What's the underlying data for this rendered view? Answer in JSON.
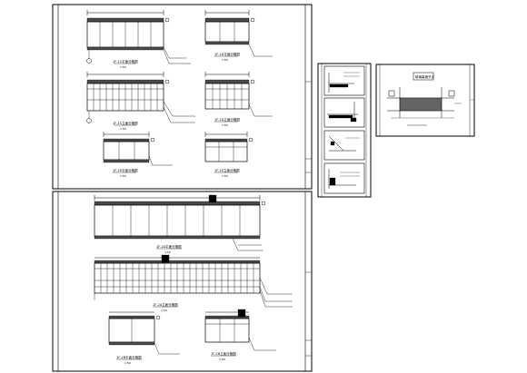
{
  "colors": {
    "line": "#000000",
    "background": "#ffffff",
    "hatch": "#4a4a4a"
  },
  "sheets": [
    {
      "id": "sheet-1",
      "drawings": [
        {
          "id": "d1",
          "title": "1F-1C平面分格图",
          "scale": "1:50",
          "kind": "plan"
        },
        {
          "id": "d2",
          "title": "1F-1D平面分格图",
          "scale": "1:50",
          "kind": "plan"
        },
        {
          "id": "d3",
          "title": "1F-1C立面分格图",
          "scale": "1:50",
          "kind": "elevation"
        },
        {
          "id": "d4",
          "title": "1F-1D立面分格图",
          "scale": "1:50",
          "kind": "elevation"
        },
        {
          "id": "d5",
          "title": "1F-1E平面分格图",
          "scale": "1:50",
          "kind": "plan"
        },
        {
          "id": "d6",
          "title": "1F-1E立面分格图",
          "scale": "1:50",
          "kind": "elevation"
        }
      ]
    },
    {
      "id": "sheet-2",
      "drawings": [
        {
          "id": "d7",
          "title": "1F-2A平面分格图",
          "scale": "1:50",
          "kind": "plan"
        },
        {
          "id": "d8",
          "title": "1F-2A立面分格图",
          "scale": "1:50",
          "kind": "elevation"
        },
        {
          "id": "d9",
          "title": "1F-2B平面分格图",
          "scale": "1:50",
          "kind": "plan"
        },
        {
          "id": "d10",
          "title": "1F-2B立面分格图",
          "scale": "1:50",
          "kind": "elevation"
        }
      ]
    },
    {
      "id": "sheet-details",
      "drawings": []
    },
    {
      "id": "sheet-section",
      "drawings": [
        {
          "id": "d11",
          "title": "玻璃幕墙节点",
          "kind": "section"
        }
      ]
    }
  ]
}
